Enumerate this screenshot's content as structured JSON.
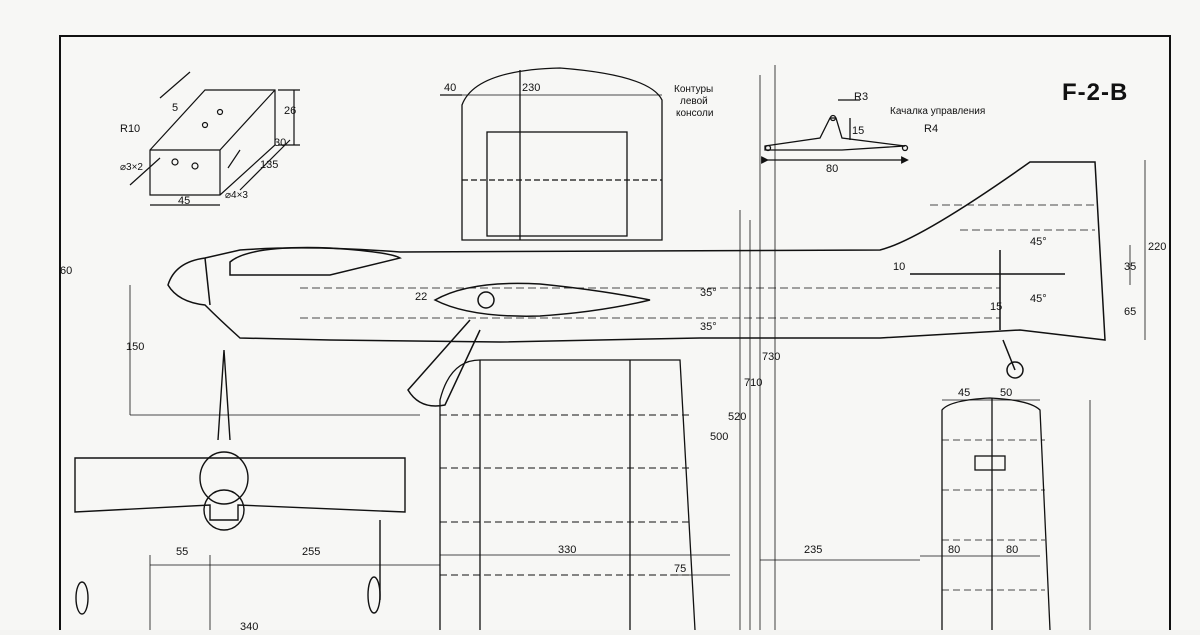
{
  "drawing": {
    "title": "F-2-B",
    "labels": {
      "wing_outline": [
        "Контуры",
        "левой",
        "консоли"
      ],
      "bellcrank": "Качалка управления",
      "r3": "R3",
      "r4": "R4",
      "r10": "R10"
    },
    "dims": {
      "d40": "40",
      "d230": "230",
      "d5": "5",
      "d26": "26",
      "d30": "30",
      "d135": "135",
      "d45a": "45",
      "d45b": "45",
      "hole_a": "⌀3×2",
      "hole_b": "⌀4×3",
      "d15a": "15",
      "d80a": "80",
      "d220": "220",
      "d35a": "35",
      "d65": "65",
      "d10": "10",
      "d15b": "15",
      "ang45a": "45°",
      "ang45b": "45°",
      "d60": "60",
      "d22": "22",
      "ang35a": "35°",
      "ang35b": "35°",
      "d150": "150",
      "d500": "500",
      "d520": "520",
      "d710": "710",
      "d730": "730",
      "d50": "50",
      "d55": "55",
      "d255": "255",
      "d330": "330",
      "d75": "75",
      "d235": "235",
      "d80b": "80",
      "d80c": "80",
      "d340": "340"
    }
  }
}
